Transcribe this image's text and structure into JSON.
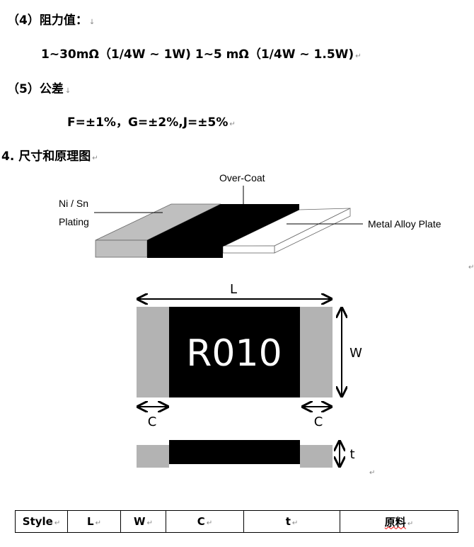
{
  "sections": {
    "resistance_heading": "（4）阻力值：",
    "resistance_values": "1~30mΩ（1/4W ~ 1W) 1~5 mΩ（1/4W ~ 1.5W)",
    "tolerance_heading": "（5）公差",
    "tolerance_values": "F=±1%，G=±2%,J=±5%",
    "dimension_heading": "4. 尺寸和原理图"
  },
  "diagram_3d": {
    "over_coat": "Over-Coat",
    "ni_sn": "Ni / Sn",
    "plating": "Plating",
    "metal_alloy": "Metal Alloy Plate"
  },
  "diagram_dims": {
    "marking": "R010",
    "L": "L",
    "W": "W",
    "C_left": "C",
    "C_right": "C",
    "t": "t"
  },
  "table": {
    "headers": [
      "Style",
      "L",
      "W",
      "C",
      "t",
      "原料"
    ]
  },
  "colors": {
    "gray": "#b3b3b3",
    "black": "#000000"
  }
}
